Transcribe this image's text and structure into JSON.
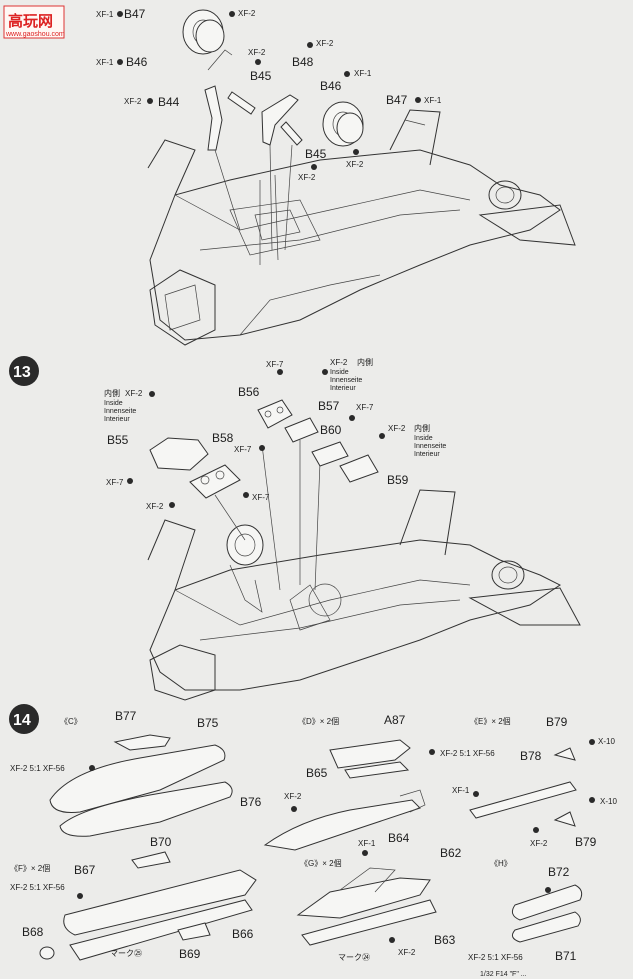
{
  "watermark": {
    "brand": "高玩网",
    "url": "www.gaoshou.com"
  },
  "step12": {
    "callouts": [
      {
        "part": "B47",
        "paint": "XF-1"
      },
      {
        "part": "B46",
        "paint": "XF-1"
      },
      {
        "part": "B44",
        "paint": "XF-2"
      },
      {
        "part": "B45",
        "paint": "XF-2"
      },
      {
        "part": "B48",
        "paint": "XF-2"
      },
      {
        "part": "B46",
        "paint": "XF-1"
      },
      {
        "part": "B47",
        "paint": "XF-1"
      },
      {
        "part": "B45",
        "paint": "XF-2"
      }
    ],
    "paint_notes": [
      "XF-2",
      "XF-2",
      "XF-2"
    ]
  },
  "step13": {
    "number": "13",
    "inside_note": {
      "jp": "内側",
      "en": "Inside",
      "de": "Innenseite",
      "fr": "Interieur"
    },
    "parts": [
      "B55",
      "B56",
      "B57",
      "B58",
      "B59",
      "B60"
    ],
    "paints": [
      "XF-2",
      "XF-7",
      "XF-7",
      "XF-7",
      "XF-2",
      "XF-7",
      "XF-2",
      "XF-2",
      "XF-7"
    ]
  },
  "step14": {
    "number": "14",
    "groups": {
      "C": {
        "label": "《C》",
        "parts": [
          "B77",
          "B75",
          "B76"
        ],
        "mix": "XF-2  5:1  XF-56"
      },
      "D": {
        "label": "《D》× 2個",
        "parts": [
          "A87",
          "B65",
          "B64"
        ],
        "mix": "XF-2  5:1  XF-56",
        "paint": "XF-2"
      },
      "E": {
        "label": "《E》× 2個",
        "parts": [
          "B79",
          "B78",
          "B79"
        ],
        "paints": [
          "X-10",
          "XF-1",
          "X-10",
          "XF-2"
        ]
      },
      "F": {
        "label": "《F》× 2個",
        "parts": [
          "B67",
          "B70",
          "B66",
          "B68",
          "B69"
        ],
        "mix": "XF-2  5:1  XF-56",
        "decal": "マーク㉕"
      },
      "G": {
        "label": "《G》× 2個",
        "parts": [
          "B62",
          "B63"
        ],
        "paints": [
          "XF-1",
          "XF-2"
        ],
        "decal": "マーク㉔"
      },
      "H": {
        "label": "《H》",
        "parts": [
          "B72",
          "B71"
        ],
        "mix": "XF-2  5:1  XF-56"
      }
    }
  },
  "footer_caption": "1/32 F14 \"F\" ..."
}
